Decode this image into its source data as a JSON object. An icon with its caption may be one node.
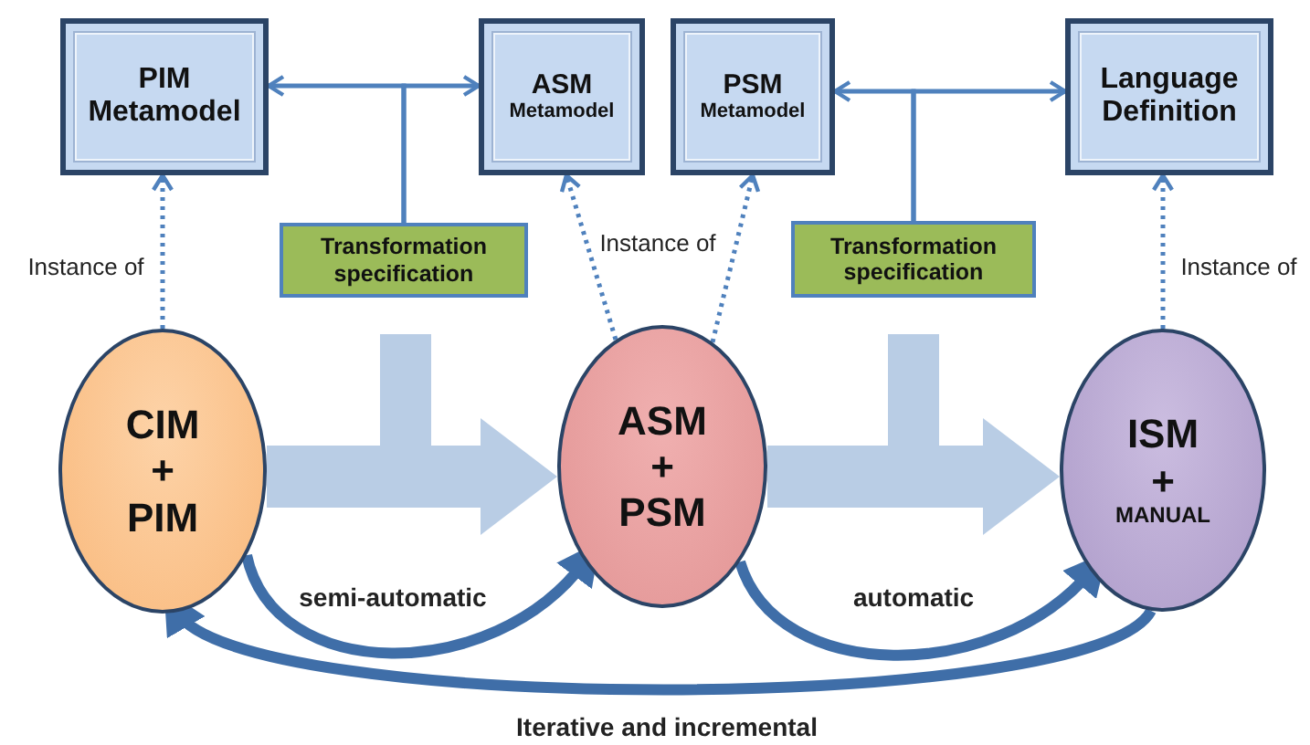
{
  "diagram": {
    "nodes": [
      {
        "text": [
          "PIM Metamodel"
        ]
      },
      {
        "text": [
          "ASM",
          "Metamodel"
        ]
      },
      {
        "text": [
          "PSM",
          "Metamodel"
        ]
      },
      {
        "text": [
          "Language Definition"
        ]
      },
      {
        "text": [
          "Transformation specification"
        ]
      },
      {
        "text": [
          "Transformation specification"
        ]
      },
      {
        "text": [
          "CIM + PIM"
        ]
      },
      {
        "text": [
          "ASM + PSM"
        ]
      },
      {
        "text": [
          "ISM +",
          "MANUAL"
        ]
      }
    ],
    "edges": [
      {
        "from": 6,
        "to": 0,
        "arrow": "to",
        "style": "dashed",
        "label": "Instance of"
      },
      {
        "from": 7,
        "to": 1,
        "arrow": "to",
        "style": "dashed",
        "label": "Instance of"
      },
      {
        "from": 7,
        "to": 2,
        "arrow": "to",
        "style": "dashed"
      },
      {
        "from": 8,
        "to": 3,
        "arrow": "to",
        "style": "dashed",
        "label": "Instance of"
      },
      {
        "from": 4,
        "to": 0,
        "arrow": "to"
      },
      {
        "from": 4,
        "to": 1,
        "arrow": "to"
      },
      {
        "from": 5,
        "to": 2,
        "arrow": "to"
      },
      {
        "from": 5,
        "to": 3,
        "arrow": "to"
      },
      {
        "from": 6,
        "to": 7,
        "arrow": "to",
        "style": "thick",
        "color": "#b9cde5"
      },
      {
        "from": 7,
        "to": 8,
        "arrow": "to",
        "style": "thick",
        "color": "#b9cde5"
      },
      {
        "from": 6,
        "to": 7,
        "arrow": "to",
        "style": "thick",
        "label": "semi-automatic"
      },
      {
        "from": 7,
        "to": 8,
        "arrow": "to",
        "style": "thick",
        "label": "automatic"
      },
      {
        "from": 8,
        "to": 6,
        "arrow": "to",
        "style": "thick",
        "label": "Iterative and incremental"
      }
    ]
  }
}
